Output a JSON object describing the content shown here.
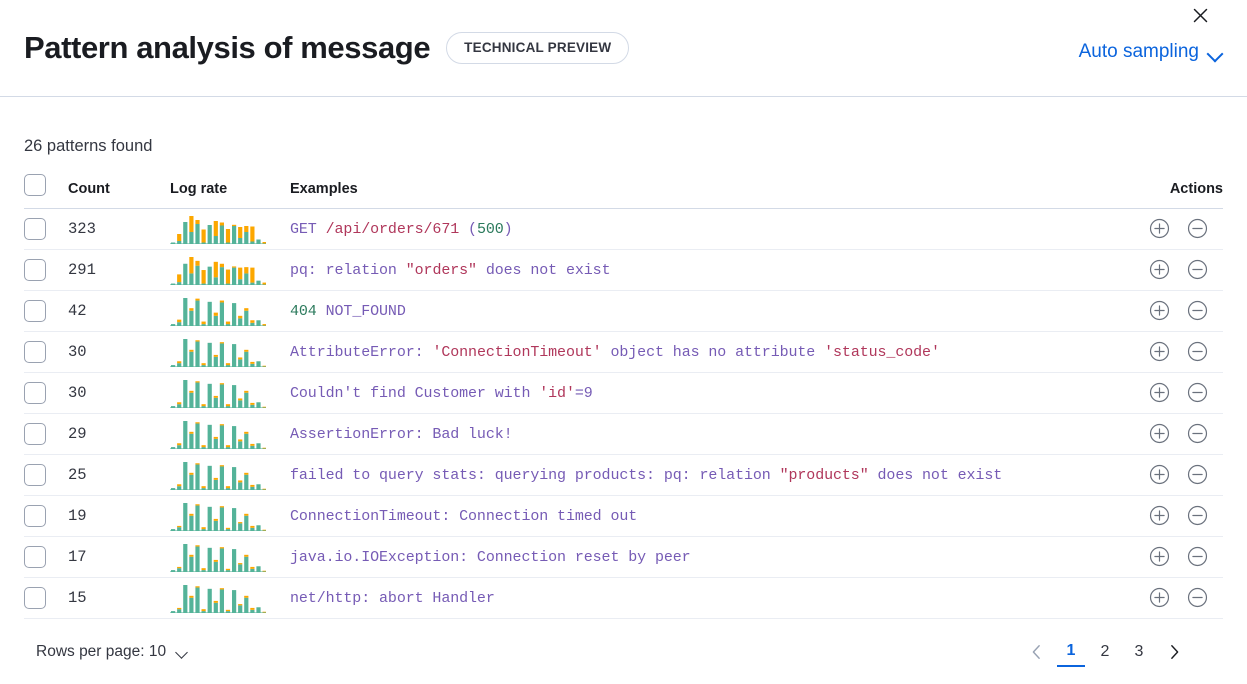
{
  "header": {
    "title": "Pattern analysis of message",
    "badge": "TECHNICAL PREVIEW",
    "sampling_label": "Auto sampling",
    "chevron_icon": "chevron-down-icon",
    "close_icon": "close-icon"
  },
  "summary": {
    "patterns_found": "26 patterns found"
  },
  "table": {
    "columns": {
      "select": "",
      "count": "Count",
      "log_rate": "Log rate",
      "examples": "Examples",
      "actions": "Actions"
    },
    "rows": [
      {
        "count": "323",
        "tokens": [
          {
            "t": "GET ",
            "c": "base"
          },
          {
            "t": "/api/orders/671",
            "c": "str"
          },
          {
            "t": " (",
            "c": "base"
          },
          {
            "t": "500",
            "c": "num"
          },
          {
            "t": ")",
            "c": "base"
          }
        ],
        "spark": {
          "teal": [
            3,
            6,
            44,
            24,
            40,
            3,
            38,
            16,
            37,
            3,
            36,
            12,
            24,
            5,
            9
          ],
          "orange": [
            0,
            14,
            0,
            32,
            8,
            26,
            0,
            30,
            6,
            27,
            2,
            22,
            12,
            30,
            0,
            4
          ]
        }
      },
      {
        "count": "291",
        "tokens": [
          {
            "t": "pq: relation ",
            "c": "base"
          },
          {
            "t": "\"orders\"",
            "c": "str"
          },
          {
            "t": " does not exist",
            "c": "base"
          }
        ],
        "spark": {
          "teal": [
            3,
            6,
            44,
            24,
            40,
            3,
            38,
            16,
            37,
            3,
            36,
            12,
            24,
            5,
            9
          ],
          "orange": [
            0,
            16,
            0,
            34,
            10,
            28,
            0,
            32,
            7,
            29,
            2,
            24,
            13,
            31,
            0,
            5
          ]
        }
      },
      {
        "count": "42",
        "tokens": [
          {
            "t": "404",
            "c": "num"
          },
          {
            "t": " NOT_FOUND",
            "c": "base"
          }
        ],
        "spark": {
          "teal": [
            3,
            6,
            44,
            24,
            40,
            3,
            38,
            16,
            37,
            3,
            36,
            12,
            24,
            5,
            9
          ],
          "orange": [
            0,
            4,
            0,
            4,
            3,
            4,
            0,
            5,
            3,
            4,
            0,
            4,
            4,
            4,
            0,
            3
          ]
        }
      },
      {
        "count": "30",
        "tokens": [
          {
            "t": "AttributeError: ",
            "c": "base"
          },
          {
            "t": "'ConnectionTimeout'",
            "c": "str"
          },
          {
            "t": " object has no attribute ",
            "c": "base"
          },
          {
            "t": "'status_code'",
            "c": "str"
          }
        ],
        "spark": {
          "teal": [
            3,
            6,
            44,
            24,
            40,
            3,
            38,
            16,
            37,
            3,
            36,
            12,
            24,
            5,
            9
          ],
          "orange": [
            0,
            3,
            0,
            3,
            2,
            3,
            0,
            3,
            2,
            3,
            0,
            3,
            3,
            3,
            0,
            2
          ]
        }
      },
      {
        "count": "30",
        "tokens": [
          {
            "t": "Couldn't find Customer with ",
            "c": "base"
          },
          {
            "t": "'id'",
            "c": "str"
          },
          {
            "t": "=9",
            "c": "base"
          }
        ],
        "spark": {
          "teal": [
            3,
            6,
            44,
            24,
            40,
            3,
            38,
            16,
            37,
            3,
            36,
            12,
            24,
            5,
            9
          ],
          "orange": [
            0,
            3,
            0,
            3,
            2,
            3,
            0,
            3,
            2,
            3,
            0,
            3,
            3,
            3,
            0,
            2
          ]
        }
      },
      {
        "count": "29",
        "tokens": [
          {
            "t": "AssertionError: Bad luck!",
            "c": "base"
          }
        ],
        "spark": {
          "teal": [
            3,
            6,
            44,
            24,
            40,
            3,
            38,
            16,
            37,
            3,
            36,
            12,
            24,
            5,
            9
          ],
          "orange": [
            0,
            3,
            0,
            3,
            2,
            3,
            0,
            3,
            2,
            3,
            0,
            3,
            3,
            3,
            0,
            2
          ]
        }
      },
      {
        "count": "25",
        "tokens": [
          {
            "t": "failed to query stats: querying products: pq: relation ",
            "c": "base"
          },
          {
            "t": "\"products\"",
            "c": "str"
          },
          {
            "t": " does not exist",
            "c": "base"
          }
        ],
        "spark": {
          "teal": [
            3,
            6,
            44,
            24,
            40,
            3,
            38,
            16,
            37,
            3,
            36,
            12,
            24,
            5,
            9
          ],
          "orange": [
            0,
            3,
            0,
            3,
            2,
            3,
            0,
            3,
            2,
            3,
            0,
            3,
            3,
            3,
            0,
            2
          ]
        }
      },
      {
        "count": "19",
        "tokens": [
          {
            "t": "ConnectionTimeout: Connection timed out",
            "c": "base"
          }
        ],
        "spark": {
          "teal": [
            3,
            6,
            44,
            24,
            40,
            3,
            38,
            16,
            37,
            3,
            36,
            12,
            24,
            5,
            9
          ],
          "orange": [
            0,
            2,
            0,
            3,
            2,
            3,
            0,
            3,
            2,
            2,
            0,
            2,
            3,
            3,
            0,
            2
          ]
        }
      },
      {
        "count": "17",
        "tokens": [
          {
            "t": "java.io.IOException: Connection reset by peer",
            "c": "base"
          }
        ],
        "spark": {
          "teal": [
            3,
            6,
            44,
            24,
            40,
            3,
            38,
            16,
            37,
            3,
            36,
            12,
            24,
            5,
            9
          ],
          "orange": [
            0,
            2,
            0,
            3,
            2,
            3,
            0,
            3,
            2,
            2,
            0,
            2,
            3,
            3,
            0,
            2
          ]
        }
      },
      {
        "count": "15",
        "tokens": [
          {
            "t": "net/http: abort Handler",
            "c": "base"
          }
        ],
        "spark": {
          "teal": [
            3,
            6,
            44,
            24,
            40,
            3,
            38,
            16,
            37,
            3,
            36,
            12,
            24,
            5,
            9
          ],
          "orange": [
            0,
            2,
            0,
            3,
            2,
            3,
            0,
            3,
            2,
            2,
            0,
            2,
            3,
            3,
            0,
            2
          ]
        }
      }
    ],
    "row_actions": {
      "filter_for_icon": "plus-in-circle-icon",
      "filter_out_icon": "minus-in-circle-icon"
    }
  },
  "footer": {
    "rows_per_page_label": "Rows per page: 10",
    "rows_per_page_icon": "chevron-down-icon",
    "prev_icon": "chevron-left-icon",
    "next_icon": "chevron-right-icon",
    "pages": [
      "1",
      "2",
      "3"
    ],
    "active_page": "1"
  },
  "colors": {
    "accent_link": "#0b64dd",
    "bar_teal": "#54b399",
    "bar_orange": "#fca700",
    "text_purple": "#765bb5",
    "text_string": "#b0375b",
    "text_number": "#2b7a5c",
    "border": "#d3dae6"
  }
}
